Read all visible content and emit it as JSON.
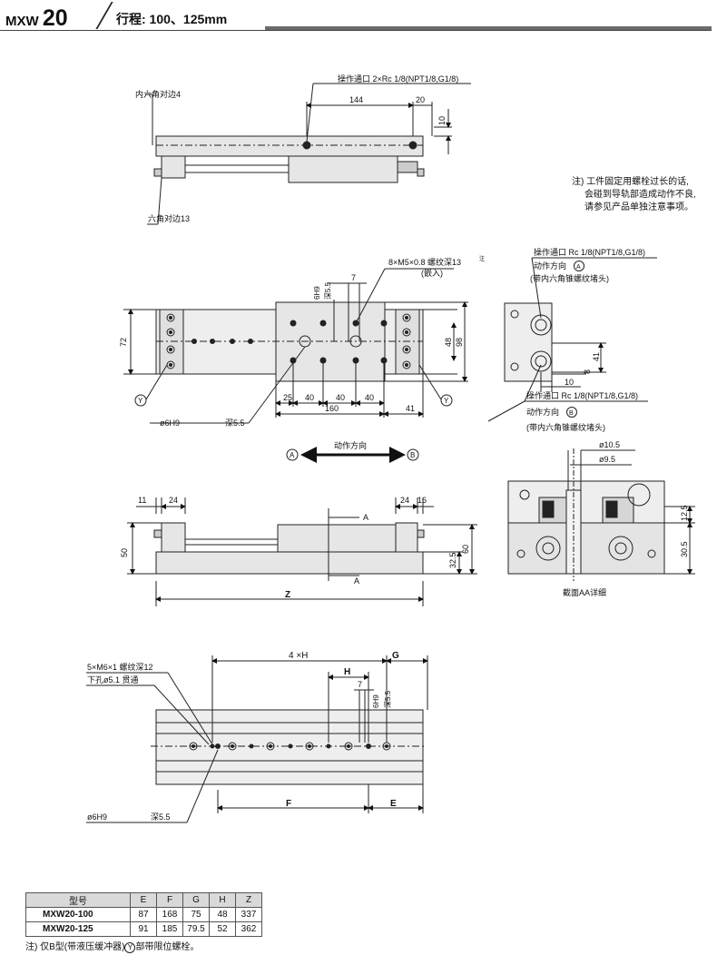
{
  "header": {
    "series": "MXW",
    "size": "20",
    "stroke_label": "行程: 100、125mm"
  },
  "notes": {
    "mount_note": [
      "注) 工件固定用螺栓过长的话,",
      "会碰到导轨部造成动作不良,",
      "请参见产品单独注意事项。"
    ]
  },
  "labels": {
    "hex_socket_4": "内六角对边4",
    "hex_13": "六角对边13",
    "port_top": "操作通口 2×Rc 1/8(NPT1/8,G1/8)",
    "tap_8xm5": "8×M5×0.8 螺纹深13",
    "tap_note_mark": "注",
    "insert": "(嵌入)",
    "hole_6h9_depth": "深5.5",
    "port_a": "操作通口 Rc 1/8(NPT1/8,G1/8)",
    "dir_a": "动作方向",
    "plug_a": "(带内六角锥螺纹堵头)",
    "port_b": "操作通口 Rc 1/8(NPT1/8,G1/8)",
    "dir_b": "动作方向",
    "plug_b": "(带内六角锥螺纹堵头)",
    "motion_dir": "动作方向",
    "section_aa": "截面AA详细",
    "tap_m6": "5×M6×1 螺纹深12",
    "through_hole": "下孔ø5.1 贯通",
    "hole_a": "A",
    "hole_b": "B",
    "hole_y": "Y"
  },
  "dims": {
    "d144": "144",
    "d20": "20",
    "d10": "10",
    "d72": "72",
    "d7": "7",
    "d48": "48",
    "d98": "98",
    "d25": "25",
    "d40a": "40",
    "d40b": "40",
    "d40c": "40",
    "d160": "160",
    "d41": "41",
    "d41r": "41",
    "d10r": "10",
    "d8r": "8",
    "d10_5": "ø10.5",
    "d9_5": "ø9.5",
    "d12_5": "12.5",
    "d30_5": "30.5",
    "d11": "11",
    "d24": "24",
    "d24b": "24",
    "d16": "16",
    "d50": "50",
    "d32_5": "32.5",
    "d60": "60",
    "dZ": "Z",
    "d4H": "4 ×H",
    "dG": "G",
    "dH": "H",
    "dF": "F",
    "dE": "E",
    "sec_a": "A",
    "d6h9": "6H9",
    "d6h9_hole": "ø6H9"
  },
  "table": {
    "headers": [
      "型号",
      "E",
      "F",
      "G",
      "H",
      "Z"
    ],
    "rows": [
      [
        "MXW20-100",
        "87",
        "168",
        "75",
        "48",
        "337"
      ],
      [
        "MXW20-125",
        "91",
        "185",
        "79.5",
        "52",
        "362"
      ]
    ]
  },
  "footnote": {
    "prefix": "注) 仅B型(带液压缓冲器)",
    "mark": "Y",
    "suffix": "部带限位螺栓。"
  }
}
